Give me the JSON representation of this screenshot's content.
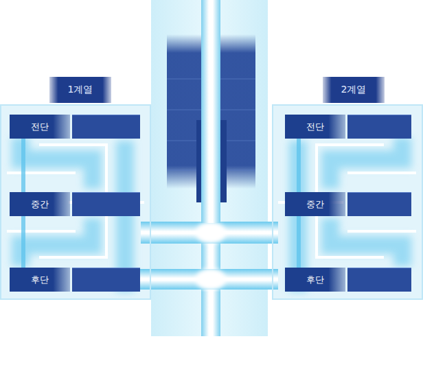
{
  "diagram": {
    "nodes": [
      {
        "text": [
          "1계열"
        ]
      },
      {
        "text": [
          "전단"
        ],
        "in": 0
      },
      {
        "text": [
          "중간"
        ],
        "in": 0
      },
      {
        "text": [
          "후단"
        ],
        "in": 0
      },
      {
        "text": [
          "2계열"
        ]
      },
      {
        "text": [
          "전단"
        ],
        "in": 4
      },
      {
        "text": [
          "중간"
        ],
        "in": 4
      },
      {
        "text": [
          "후단"
        ],
        "in": 4
      }
    ],
    "edges": [
      {
        "from": 1,
        "to": 2,
        "arrow": "none"
      },
      {
        "from": 2,
        "to": 3,
        "arrow": "none"
      },
      {
        "from": 5,
        "to": 6,
        "arrow": "none"
      },
      {
        "from": 6,
        "to": 7,
        "arrow": "none"
      }
    ]
  }
}
